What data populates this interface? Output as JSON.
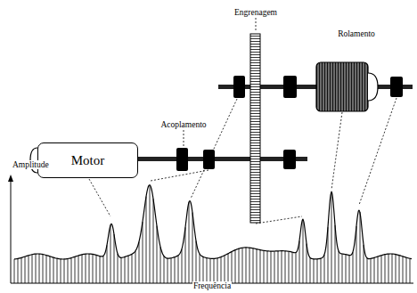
{
  "diagram": {
    "nodes": [
      {
        "text": [
          "Motor"
        ]
      }
    ],
    "labels": [
      "Engrenagem",
      "Rolamento",
      "Acoplamento",
      "Amplitude",
      "Frequência"
    ]
  }
}
